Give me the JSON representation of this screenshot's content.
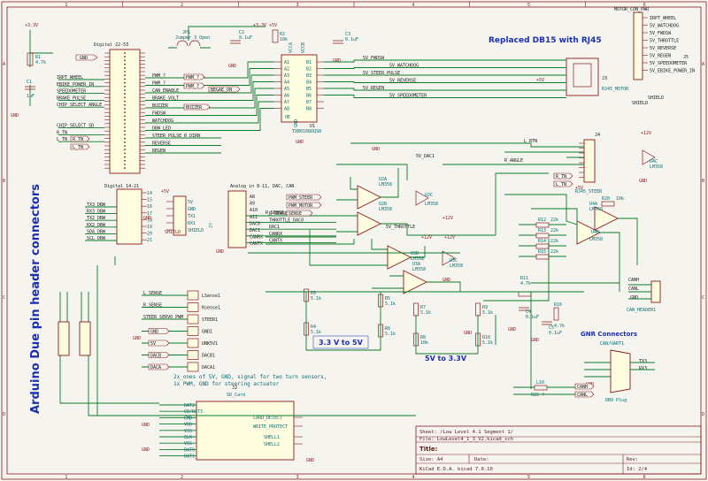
{
  "frame": {
    "cols": [
      "1",
      "2",
      "3",
      "4",
      "5",
      "6"
    ],
    "rows": [
      "A",
      "B",
      "C",
      "D"
    ]
  },
  "titles": {
    "vertical": "Arduino Due pin header connectors",
    "db15": "Replaced DB15 with RJ45",
    "gnr": "GNR Connectors",
    "v33to5": "3.3 V to 5V",
    "v5to33": "5V to 3.3V"
  },
  "notes": {
    "line1": "2x_ones of 5V, GND, signal for two turn sensors,",
    "line2": "1x PWM, GND for steering actuator"
  },
  "title_block": {
    "sheet": "Sheet: /Low Level 4.1 Segment 1/",
    "file": "File: LowLevel4_1_3_V2.kicad_sch",
    "title_label": "Title:",
    "size": "Size: A4",
    "date": "Date:",
    "rev": "Rev:",
    "kicad": "KiCad E.D.A.  kicad 7.0.10",
    "id": "Id: 2/4"
  },
  "digital_header": {
    "ref": "Digital 22-53",
    "nets_left": [
      "IRPT_WHEEL",
      "EBIKE_POWER_IN",
      "SPEEDOMETER",
      "BRAKE_PULSE",
      "CHIP_SELECT_ANGLE",
      "CHIP_SELECT_SD",
      "R_TN",
      "L_TN"
    ],
    "nets_right": [
      "PWM_?",
      "PWM_?",
      "CAN_ENABLE",
      "BRAKE_VOLT",
      "BUZZER",
      "FWDSW",
      "WATCHDOG",
      "DBW_LED",
      "STEER_PULSE_R_DIRN",
      "REVERSE",
      "REGEN"
    ],
    "global_labels": [
      "GND",
      "BEGAE_ON",
      "PWM_?",
      "PWM_?",
      "BUZZER",
      "R_TN",
      "L_TN"
    ]
  },
  "digital14": {
    "ref": "Digital 14-21",
    "nets": [
      "TX3_DBW",
      "RX3_DBW",
      "TX2_DBW",
      "RX2_DBW",
      "SDA_DBW",
      "SCL_DBW"
    ],
    "pins": [
      "14",
      "15",
      "16",
      "17",
      "18",
      "19",
      "20",
      "21"
    ]
  },
  "icsp": {
    "ref": "J?",
    "pins": [
      "5V",
      "GND",
      "TX1",
      "RX1",
      "SHIELD"
    ],
    "side_label": "SHIELD"
  },
  "analog": {
    "ref": "Analog in 8-11, DAC, CAN",
    "pins": [
      "A8",
      "A9",
      "A10",
      "A11",
      "DAC0",
      "DAC1",
      "CANRX",
      "CANTX"
    ],
    "nets": [
      "PWM_STEER",
      "PWM_MOTOR",
      "SENSE",
      "R_SENSE",
      "THROTTLE_DAC0",
      "DAC1",
      "CANRX",
      "CANTX"
    ]
  },
  "level_shifter": {
    "ref": "U1",
    "value": "TXB0108DQSR",
    "pins_a": [
      "A1",
      "A2",
      "A3",
      "A4",
      "A5",
      "A6",
      "A7",
      "A8"
    ],
    "pins_b": [
      "B1",
      "B2",
      "B3",
      "B4",
      "B5",
      "B6",
      "B7",
      "B8"
    ],
    "top": [
      "VCCA",
      "VCCB"
    ],
    "oe": "OE",
    "gnd": "GND"
  },
  "rj45": {
    "ref": "J3",
    "value": "RJ45_MOTOR",
    "nets": [
      "5V_FWDSW",
      "5V_WATCHDOG",
      "5V_STEER_PULSE",
      "5V_REVERSE",
      "5V_REGEN",
      "5V_SPEEDOMETER"
    ],
    "supply": "+5V",
    "shield": "SHIELD"
  },
  "motor_conn": {
    "ref": "J5",
    "title": "MOTOR_CON_PWR",
    "pins": [
      "IRPT_WHEEL",
      "5V_WATCHDOG",
      "5V_FWDSW",
      "5V_THROTTLE",
      "5V_REVERSE",
      "5V_REGEN",
      "5V_SPEEDOMETER",
      "5V_EBIKE_POWER_IN"
    ],
    "shield": "SHIELD"
  },
  "rj45_steer": {
    "ref": "J4",
    "value": "RJ45_STEER",
    "nets": [
      "L_RTN",
      "R_ANGLE",
      "R_TN",
      "L_TN"
    ],
    "supply": "+5V"
  },
  "opamps": {
    "u2": {
      "ref": "U2A",
      "value": "LM358",
      "ref2": "U2B",
      "value2": "LM358",
      "ref3": "U2C",
      "value3": "LM358"
    },
    "u3": {
      "ref": "U3A",
      "value": "LM358",
      "ref2": "U3B",
      "value2": "LM358",
      "ref3": "U3C",
      "value3": "LM358"
    },
    "u4": {
      "ref": "U4A",
      "value": "LM358",
      "ref2": "U4B",
      "value2": "LM358",
      "ref3": "U4C",
      "value3": "LM358"
    },
    "net_5v_dac": "5V_DAC1",
    "net_throttle": "5V_THROTTLE",
    "net_sense": "R_SENSE"
  },
  "resistors": [
    {
      "ref": "R1",
      "value": "4.7k"
    },
    {
      "ref": "R2",
      "value": "10k"
    },
    {
      "ref": "R3",
      "value": "5.1k"
    },
    {
      "ref": "R4",
      "value": "5.1k"
    },
    {
      "ref": "R5",
      "value": "5.1k"
    },
    {
      "ref": "R6",
      "value": "5.1k"
    },
    {
      "ref": "R7",
      "value": "5.1k"
    },
    {
      "ref": "R8",
      "value": "10k"
    },
    {
      "ref": "R9",
      "value": "5.1k"
    },
    {
      "ref": "R10",
      "value": "5.1k"
    },
    {
      "ref": "R11",
      "value": "4.7k"
    },
    {
      "ref": "R12",
      "value": "22k"
    },
    {
      "ref": "R13",
      "value": "22k"
    },
    {
      "ref": "R14",
      "value": "22k"
    },
    {
      "ref": "R15",
      "value": "22k"
    },
    {
      "ref": "R16",
      "value": "4.7k"
    },
    {
      "ref": "R20",
      "value": "10k"
    }
  ],
  "capacitors": [
    {
      "ref": "C1",
      "value": "1uF"
    },
    {
      "ref": "C2",
      "value": "0.1uF"
    },
    {
      "ref": "C3",
      "value": "0.1uF"
    },
    {
      "ref": "C4",
      "value": "0.1uF"
    },
    {
      "ref": "C5",
      "value": "0.1uF"
    }
  ],
  "jumper": {
    "ref": "JP1",
    "value": "Jumper_3_Open"
  },
  "supplies": {
    "v33": "+3.3V",
    "v5": "+5V",
    "v12": "+12V",
    "gnd": "GND",
    "v33v5": "+3.3V +5V"
  },
  "sd_card": {
    "ref": "J2",
    "value": "SD_Card",
    "pins_left": [
      "DAT2",
      "CD/DAT3",
      "CMD",
      "VDD",
      "VSS",
      "CLK",
      "VSS",
      "DAT0",
      "DAT1"
    ],
    "pins_right": [
      "CARD_DETECT",
      "WRITE_PROTECT",
      "SHELL1",
      "SHELL2"
    ]
  },
  "sensors": {
    "items": [
      "LSense1",
      "Rsense1",
      "STEER1",
      "GND1",
      "UNK5V1",
      "DACB1",
      "DACA1"
    ],
    "nets": [
      "L_SENSE",
      "R_SENSE",
      "STEER_SERVO_PWM",
      "GND",
      "5V",
      "DACB",
      "DACA"
    ]
  },
  "can": {
    "header": "CAN_HEADER1",
    "uart": "CAN/UART1",
    "uart_pins": [
      "TX3",
      "RX3"
    ],
    "db9": "DB9 Plug",
    "nets": [
      "CANH",
      "CANL"
    ],
    "resistor": {
      "ref": "R22",
      "value": "?"
    },
    "l1": "L10"
  }
}
